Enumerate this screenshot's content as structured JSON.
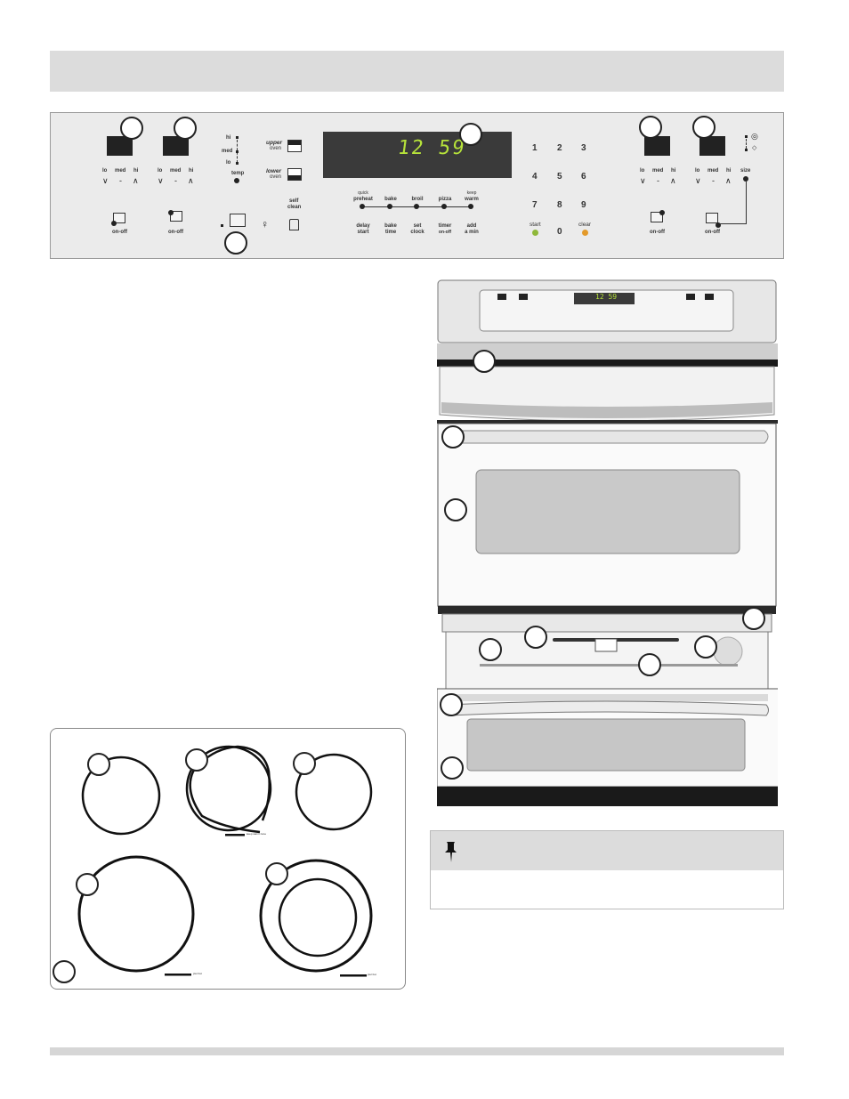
{
  "control_panel": {
    "display_time": "12 59",
    "left_elements": [
      {
        "lo": "lo",
        "med": "med",
        "hi": "hi",
        "down": "∨",
        "dash": "-",
        "up": "∧",
        "onoff": "on-off"
      },
      {
        "lo": "lo",
        "med": "med",
        "hi": "hi",
        "down": "∨",
        "dash": "-",
        "up": "∧",
        "onoff": "on-off"
      }
    ],
    "right_elements": [
      {
        "lo": "lo",
        "med": "med",
        "hi": "hi",
        "down": "∨",
        "dash": "-",
        "up": "∧",
        "onoff": "on-off"
      },
      {
        "lo": "lo",
        "med": "med",
        "hi": "hi",
        "down": "∨",
        "dash": "-",
        "up": "∧",
        "onoff": "on-off"
      }
    ],
    "warmer": {
      "hi": "hi",
      "med": "med",
      "lo": "lo",
      "temp": "temp"
    },
    "oven_select": {
      "upper_1": "upper",
      "upper_2": "oven",
      "lower_1": "lower",
      "lower_2": "oven"
    },
    "self_clean": {
      "line1": "self",
      "line2": "clean"
    },
    "size": "size",
    "top_keys": [
      {
        "line1": "quick",
        "line2": "preheat"
      },
      {
        "line1": "",
        "line2": "bake"
      },
      {
        "line1": "",
        "line2": "broil"
      },
      {
        "line1": "",
        "line2": "pizza"
      },
      {
        "line1": "keep",
        "line2": "warm"
      }
    ],
    "bottom_keys": [
      {
        "line1": "delay",
        "line2": "start"
      },
      {
        "line1": "bake",
        "line2": "time"
      },
      {
        "line1": "set",
        "line2": "clock"
      },
      {
        "line1": "timer",
        "line2": "on-off"
      },
      {
        "line1": "add",
        "line2": "a min"
      }
    ],
    "keypad": [
      "1",
      "2",
      "3",
      "4",
      "5",
      "6",
      "7",
      "8",
      "9"
    ],
    "start": "start",
    "zero": "0",
    "clear": "clear",
    "colors": {
      "display_bg": "#3a3a3a",
      "display_digits": "#b6e23a",
      "start_led": "#8fb83a",
      "clear_led": "#e39a2b"
    }
  },
  "oven_mini_display": "12 59",
  "cooktop": {
    "bridge_label": "keep warm zone",
    "dual_label_1": "pwr bst",
    "dual_label_2": "pwr bst"
  }
}
